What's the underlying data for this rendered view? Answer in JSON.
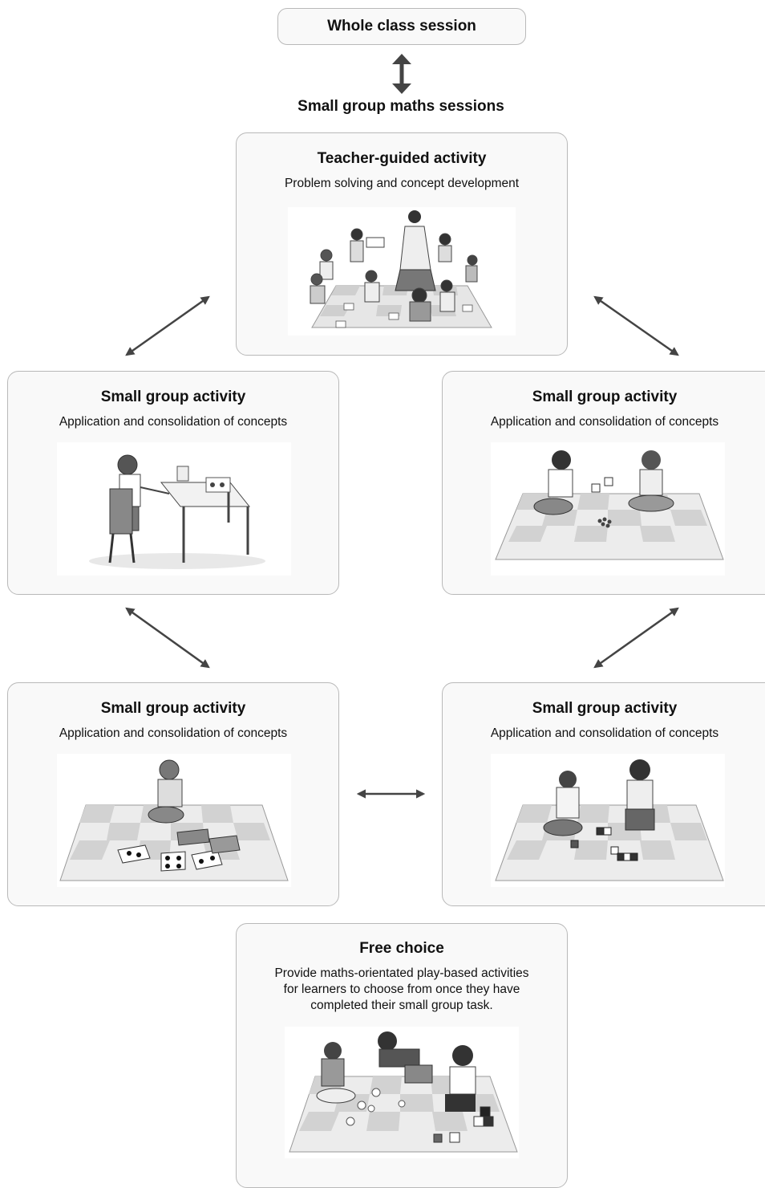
{
  "top_box": {
    "label": "Whole class session"
  },
  "sessions_heading": "Small group maths sessions",
  "teacher_box": {
    "title": "Teacher-guided activity",
    "subtitle": "Problem solving and concept development"
  },
  "group_boxes": [
    {
      "title": "Small group activity",
      "subtitle": "Application and consolidation of concepts",
      "illustration": "child-drawing-at-table"
    },
    {
      "title": "Small group activity",
      "subtitle": "Application and consolidation of concepts",
      "illustration": "two-children-playing-dice-on-mat"
    },
    {
      "title": "Small group activity",
      "subtitle": "Application and consolidation of concepts",
      "illustration": "child-with-dot-cards-on-mat"
    },
    {
      "title": "Small group activity",
      "subtitle": "Application and consolidation of concepts",
      "illustration": "two-children-building-blocks-on-mat"
    }
  ],
  "free_choice_box": {
    "title": "Free choice",
    "lines": [
      "Provide maths-orientated play-based activities",
      "for learners to choose from once they have",
      "completed their small group task."
    ]
  },
  "colors": {
    "border": "#b9b9b9",
    "box_fill": "#f9f9f9",
    "arrow": "#444444",
    "mat_light": "#ececec",
    "mat_dark": "#cfcfcf"
  }
}
